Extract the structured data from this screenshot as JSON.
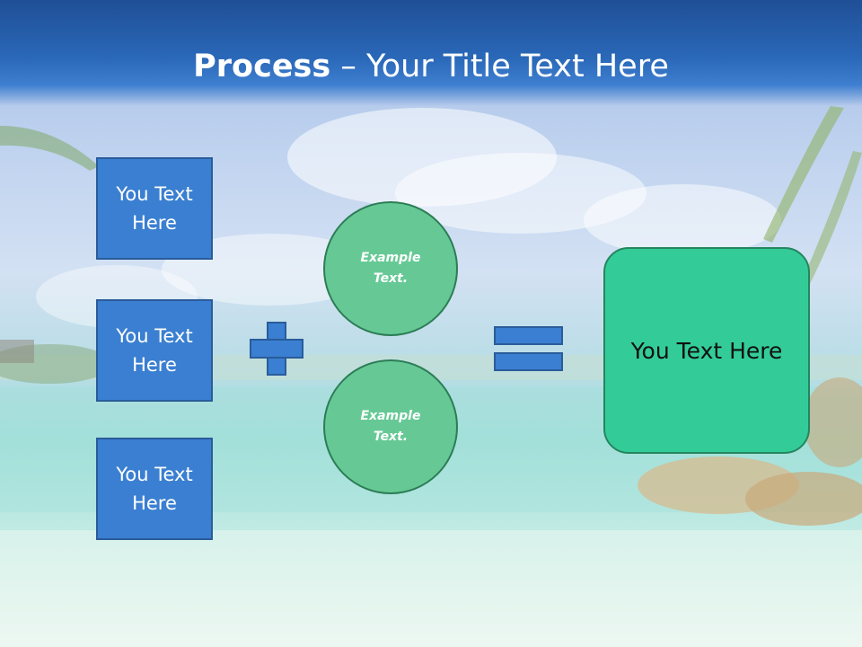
{
  "slide": {
    "title_bold": "Process",
    "title_rest": " – Your Title Text Here",
    "input_boxes": [
      {
        "label_line1": "You Text",
        "label_line2": "Here"
      },
      {
        "label_line1": "You Text",
        "label_line2": "Here"
      },
      {
        "label_line1": "You Text",
        "label_line2": "Here"
      }
    ],
    "circles": [
      {
        "line1": "Example",
        "line2": "Text."
      },
      {
        "line1": "Example",
        "line2": "Text."
      }
    ],
    "result": {
      "label": "You Text Here"
    },
    "icons": {
      "plus": "plus-icon",
      "equals": "equals-icon"
    },
    "colors": {
      "header_blue": "#2a68b8",
      "box_blue": "#3a7fd1",
      "circle_green": "#66c995",
      "result_green": "#33cc99"
    }
  }
}
